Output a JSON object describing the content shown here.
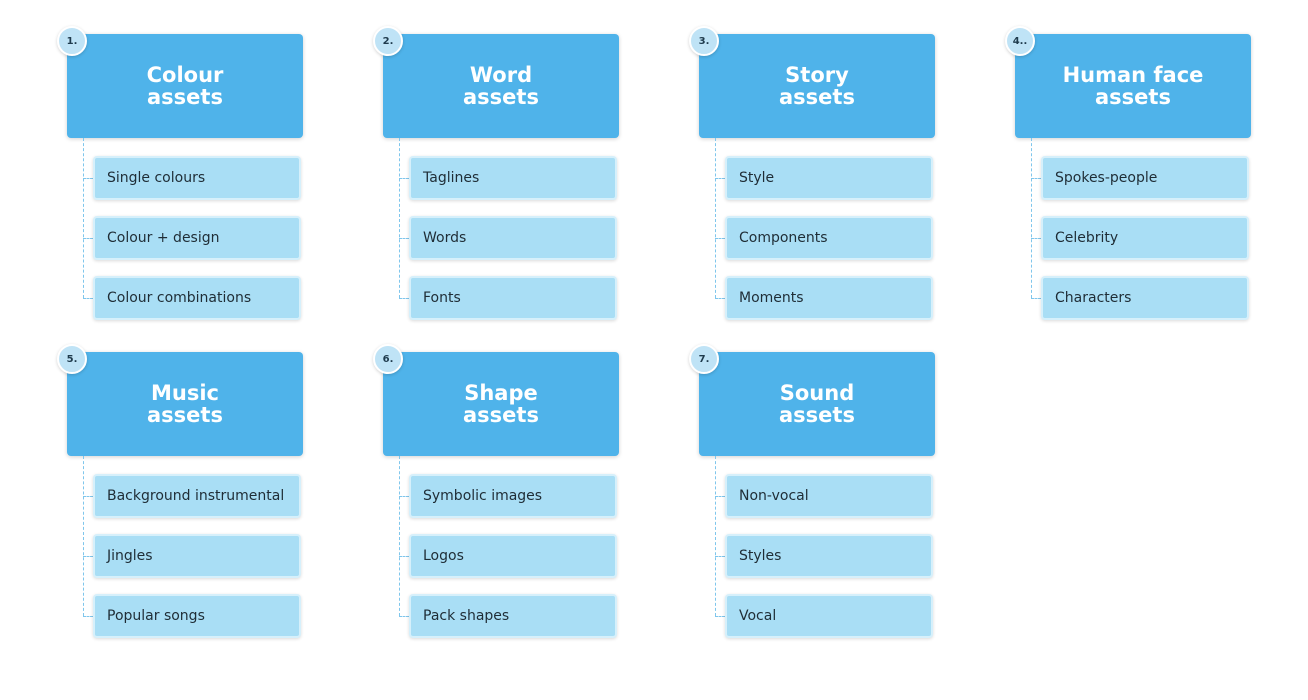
{
  "groups": [
    {
      "number": "1.",
      "title_line1": "Colour",
      "title_line2": "assets",
      "items": [
        "Single colours",
        "Colour + design",
        "Colour combinations"
      ]
    },
    {
      "number": "2.",
      "title_line1": "Word",
      "title_line2": "assets",
      "items": [
        "Taglines",
        "Words",
        "Fonts"
      ]
    },
    {
      "number": "3.",
      "title_line1": "Story",
      "title_line2": "assets",
      "items": [
        "Style",
        "Components",
        "Moments"
      ]
    },
    {
      "number": "4..",
      "title_line1": "Human face",
      "title_line2": "assets",
      "items": [
        "Spokes-people",
        "Celebrity",
        "Characters"
      ]
    },
    {
      "number": "5.",
      "title_line1": "Music",
      "title_line2": "assets",
      "items": [
        "Background instrumental",
        "Jingles",
        "Popular songs"
      ]
    },
    {
      "number": "6.",
      "title_line1": "Shape",
      "title_line2": "assets",
      "items": [
        "Symbolic images",
        "Logos",
        "Pack shapes"
      ]
    },
    {
      "number": "7.",
      "title_line1": "Sound",
      "title_line2": "assets",
      "items": [
        "Non-vocal",
        "Styles",
        "Vocal"
      ]
    }
  ],
  "colors": {
    "header_blue": "#4fb3ea",
    "item_blue": "#a9def5",
    "badge_blue": "#bfe3f6",
    "connector": "#7fc6ec"
  }
}
